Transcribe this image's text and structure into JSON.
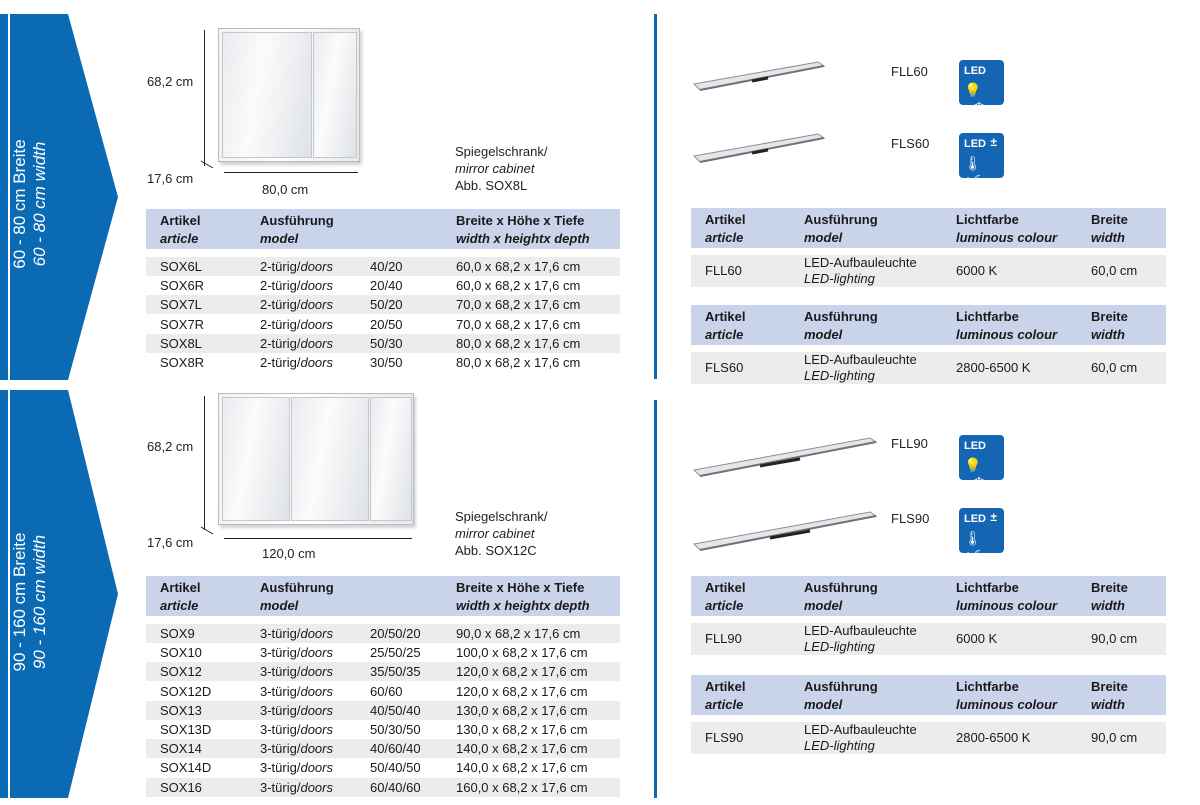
{
  "colors": {
    "accent": "#0a6ab4",
    "header_bg": "#c9d3ea",
    "row_shade": "#ececec"
  },
  "sections": [
    {
      "de": "60 - 80 cm Breite",
      "en": "60 - 80 cm width"
    },
    {
      "de": "90 - 160 cm Breite",
      "en": "90 - 160 cm width"
    }
  ],
  "cabinet1": {
    "height": "68,2 cm",
    "depth": "17,6 cm",
    "width": "80,0 cm",
    "desc_de": "Spiegelschrank/",
    "desc_en": "mirror cabinet",
    "abb": "Abb. SOX8L"
  },
  "cabinet2": {
    "height": "68,2 cm",
    "depth": "17,6 cm",
    "width": "120,0 cm",
    "desc_de": "Spiegelschrank/",
    "desc_en": "mirror cabinet",
    "abb": "Abb. SOX12C"
  },
  "cab_header": {
    "artikel": "Artikel",
    "article": "article",
    "ausfuehrung": "Ausführung",
    "model": "model",
    "dims_de": "Breite x Höhe x Tiefe",
    "dims_en": "width x heightx depth"
  },
  "table1": [
    {
      "id": "SOX6L",
      "de": "2-türig/",
      "en": "doors",
      "split": "40/20",
      "dims": "60,0 x 68,2 x 17,6 cm"
    },
    {
      "id": "SOX6R",
      "de": "2-türig/",
      "en": "doors",
      "split": "20/40",
      "dims": "60,0 x 68,2 x 17,6 cm"
    },
    {
      "id": "SOX7L",
      "de": "2-türig/",
      "en": "doors",
      "split": "50/20",
      "dims": "70,0 x 68,2 x 17,6 cm"
    },
    {
      "id": "SOX7R",
      "de": "2-türig/",
      "en": "doors",
      "split": "20/50",
      "dims": "70,0 x 68,2 x 17,6 cm"
    },
    {
      "id": "SOX8L",
      "de": "2-türig/",
      "en": "doors",
      "split": "50/30",
      "dims": "80,0 x 68,2 x 17,6 cm"
    },
    {
      "id": "SOX8R",
      "de": "2-türig/",
      "en": "doors",
      "split": "30/50",
      "dims": "80,0 x 68,2 x 17,6 cm"
    }
  ],
  "table2": [
    {
      "id": "SOX9",
      "de": "3-türig/",
      "en": "doors",
      "split": "20/50/20",
      "dims": "90,0 x 68,2 x 17,6 cm"
    },
    {
      "id": "SOX10",
      "de": "3-türig/",
      "en": "doors",
      "split": "25/50/25",
      "dims": "100,0 x 68,2 x 17,6 cm"
    },
    {
      "id": "SOX12",
      "de": "3-türig/",
      "en": "doors",
      "split": "35/50/35",
      "dims": "120,0 x 68,2 x 17,6 cm"
    },
    {
      "id": "SOX12D",
      "de": "3-türig/",
      "en": "doors",
      "split": "60/60",
      "dims": "120,0 x 68,2 x 17,6 cm"
    },
    {
      "id": "SOX13",
      "de": "3-türig/",
      "en": "doors",
      "split": "40/50/40",
      "dims": "130,0 x 68,2 x 17,6 cm"
    },
    {
      "id": "SOX13D",
      "de": "3-türig/",
      "en": "doors",
      "split": "50/30/50",
      "dims": "130,0 x 68,2 x 17,6 cm"
    },
    {
      "id": "SOX14",
      "de": "3-türig/",
      "en": "doors",
      "split": "40/60/40",
      "dims": "140,0 x 68,2 x 17,6 cm"
    },
    {
      "id": "SOX14D",
      "de": "3-türig/",
      "en": "doors",
      "split": "50/40/50",
      "dims": "140,0 x 68,2 x 17,6 cm"
    },
    {
      "id": "SOX16",
      "de": "3-türig/",
      "en": "doors",
      "split": "60/40/60",
      "dims": "160,0 x 68,2 x 17,6 cm"
    }
  ],
  "light_header": {
    "artikel": "Artikel",
    "article": "article",
    "ausfuehrung": "Ausführung",
    "model": "model",
    "lichtfarbe": "Lichtfarbe",
    "luminous": "luminous colour",
    "breite": "Breite",
    "width": "width"
  },
  "lights": {
    "fll60": {
      "label": "FLL60",
      "model_de": "LED-Aufbauleuchte",
      "model_en": "LED-lighting",
      "colour": "6000 K",
      "width": "60,0 cm"
    },
    "fls60": {
      "label": "FLS60",
      "model_de": "LED-Aufbauleuchte",
      "model_en": "LED-lighting",
      "colour": "2800-6500 K",
      "width": "60,0 cm"
    },
    "fll90": {
      "label": "FLL90",
      "model_de": "LED-Aufbauleuchte",
      "model_en": "LED-lighting",
      "colour": "6000 K",
      "width": "90,0 cm"
    },
    "fls90": {
      "label": "FLS90",
      "model_de": "LED-Aufbauleuchte",
      "model_en": "LED-lighting",
      "colour": "2800-6500 K",
      "width": "90,0 cm"
    }
  },
  "led_icon": {
    "text": "LED",
    "plus_minus": "±"
  }
}
